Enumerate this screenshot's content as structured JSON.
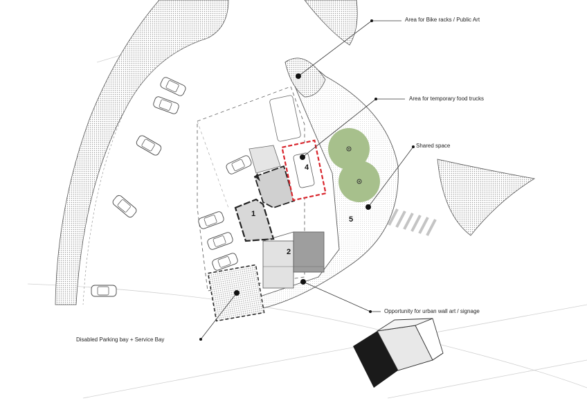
{
  "annotations": {
    "bike_racks": "Area for Bike racks / Public Art",
    "food_trucks": "Area for temporary food trucks",
    "shared_space": "Shared space",
    "wall_art": "Opportunity for urban wall art / signage",
    "disabled_parking": "Disabled Parking bay + Service Bay"
  },
  "zones": {
    "z1": "1",
    "z2": "2",
    "z4": "4",
    "z5": "5"
  },
  "colors": {
    "highlight": "#d8232a",
    "tree": "#a7c08c",
    "hatch": "#bdbdbd",
    "dark_block": "#1a1a1a"
  }
}
